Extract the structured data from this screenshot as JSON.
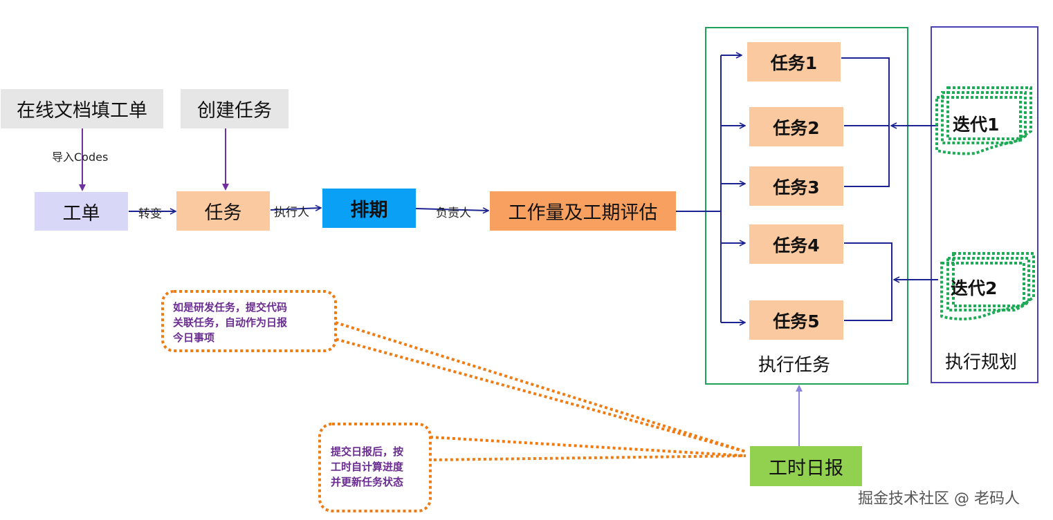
{
  "nodes": {
    "online_doc": "在线文档填工单",
    "create_task": "创建任务",
    "ticket": "工单",
    "task": "任务",
    "schedule": "排期",
    "estimate": "工作量及工期评估",
    "tasks": [
      "任务1",
      "任务2",
      "任务3",
      "任务4",
      "任务5"
    ],
    "iterations": [
      "迭代1",
      "迭代2"
    ],
    "daily_report": "工时日报"
  },
  "edge_labels": {
    "import_codes": "导入Codes",
    "convert": "转变",
    "executor": "执行人",
    "owner": "负责人"
  },
  "groups": {
    "execute_tasks": "执行任务",
    "execute_plan": "执行规划"
  },
  "notes": {
    "dev_task": "如是研发任务，提交代码\n关联任务，自动作为日报\n今日事项",
    "after_report": "提交日报后，按\n工时自计算进度\n并更新任务状态"
  },
  "watermark": "掘金技术社区 @ 老码人",
  "colors": {
    "gray": "#e6e6e6",
    "peach": "#fac9a0",
    "lavender": "#d9d7f8",
    "blue": "#0aa0f5",
    "orange": "#f8a05f",
    "green_fill": "#92d050",
    "green_border": "#1fa15a",
    "purple_border": "#4a3fb0",
    "arrow_navy": "#1b2393",
    "arrow_purple": "#7030a0",
    "dotted_orange": "#f07b13",
    "dotted_green": "#1faa57"
  }
}
